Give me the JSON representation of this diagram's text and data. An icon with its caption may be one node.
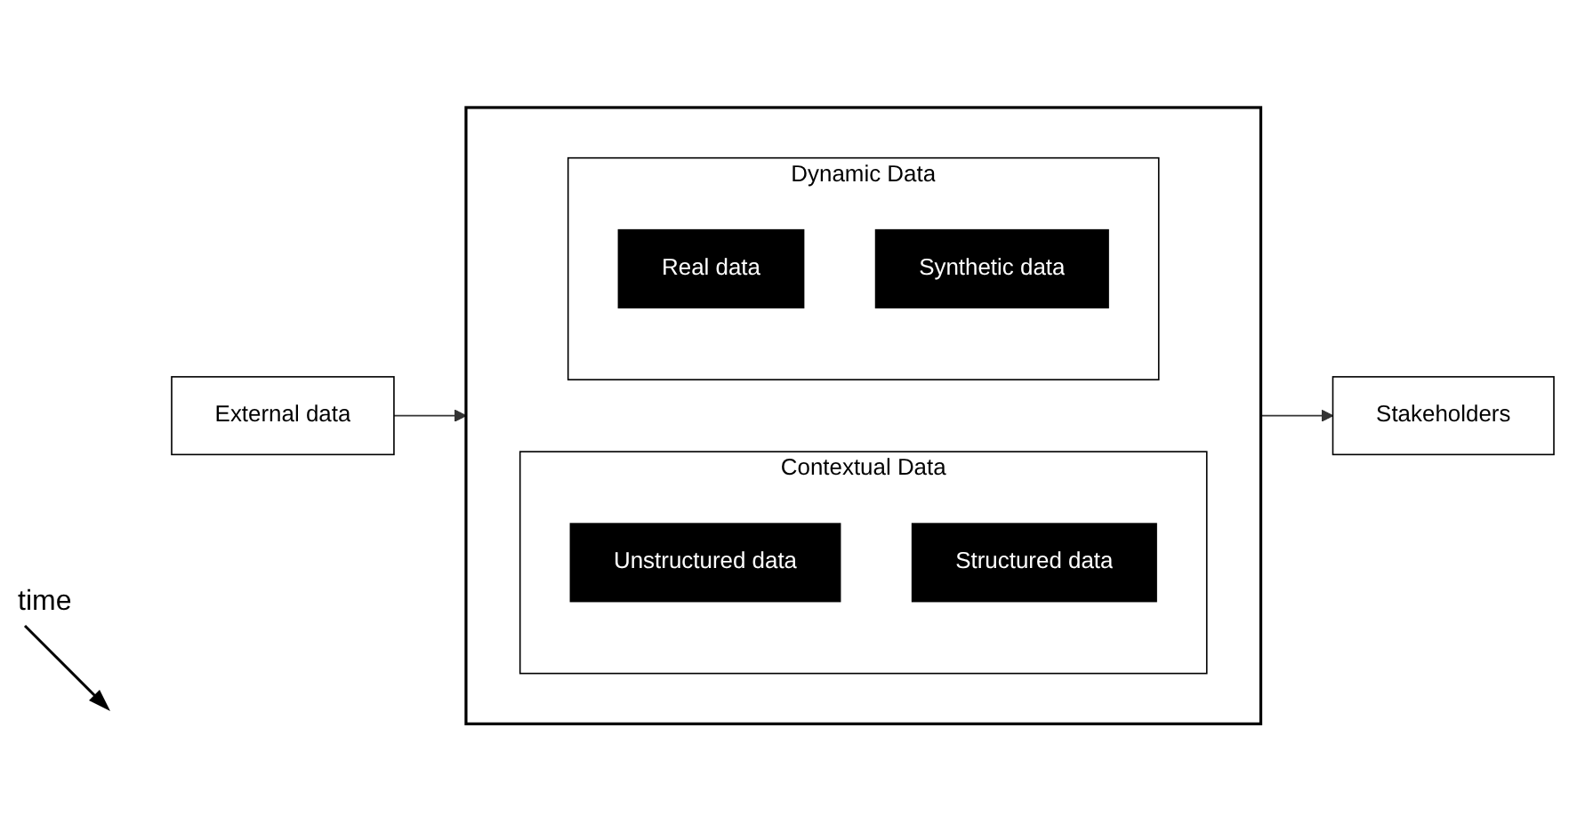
{
  "diagram": {
    "nodes": [
      {
        "text": [],
        "shape": "box"
      },
      {
        "text": [
          "Contextual Data"
        ],
        "in": 0
      },
      {
        "text": [
          "Unstructured data"
        ],
        "in": 1
      },
      {
        "text": [
          "Structured data"
        ],
        "in": 1
      },
      {
        "text": [
          "Dynamic Data"
        ],
        "in": 0
      },
      {
        "text": [
          "Real data"
        ],
        "in": 4
      },
      {
        "text": [
          "Synthetic data"
        ],
        "in": 4
      },
      {
        "text": [
          "External data"
        ]
      },
      {
        "text": [
          "Stakeholders"
        ]
      }
    ],
    "edges": [
      {
        "from": 7,
        "to": 0,
        "arrow": "to"
      },
      {
        "from": 0,
        "to": 8,
        "arrow": "to"
      }
    ],
    "labels": [
      "time"
    ]
  }
}
